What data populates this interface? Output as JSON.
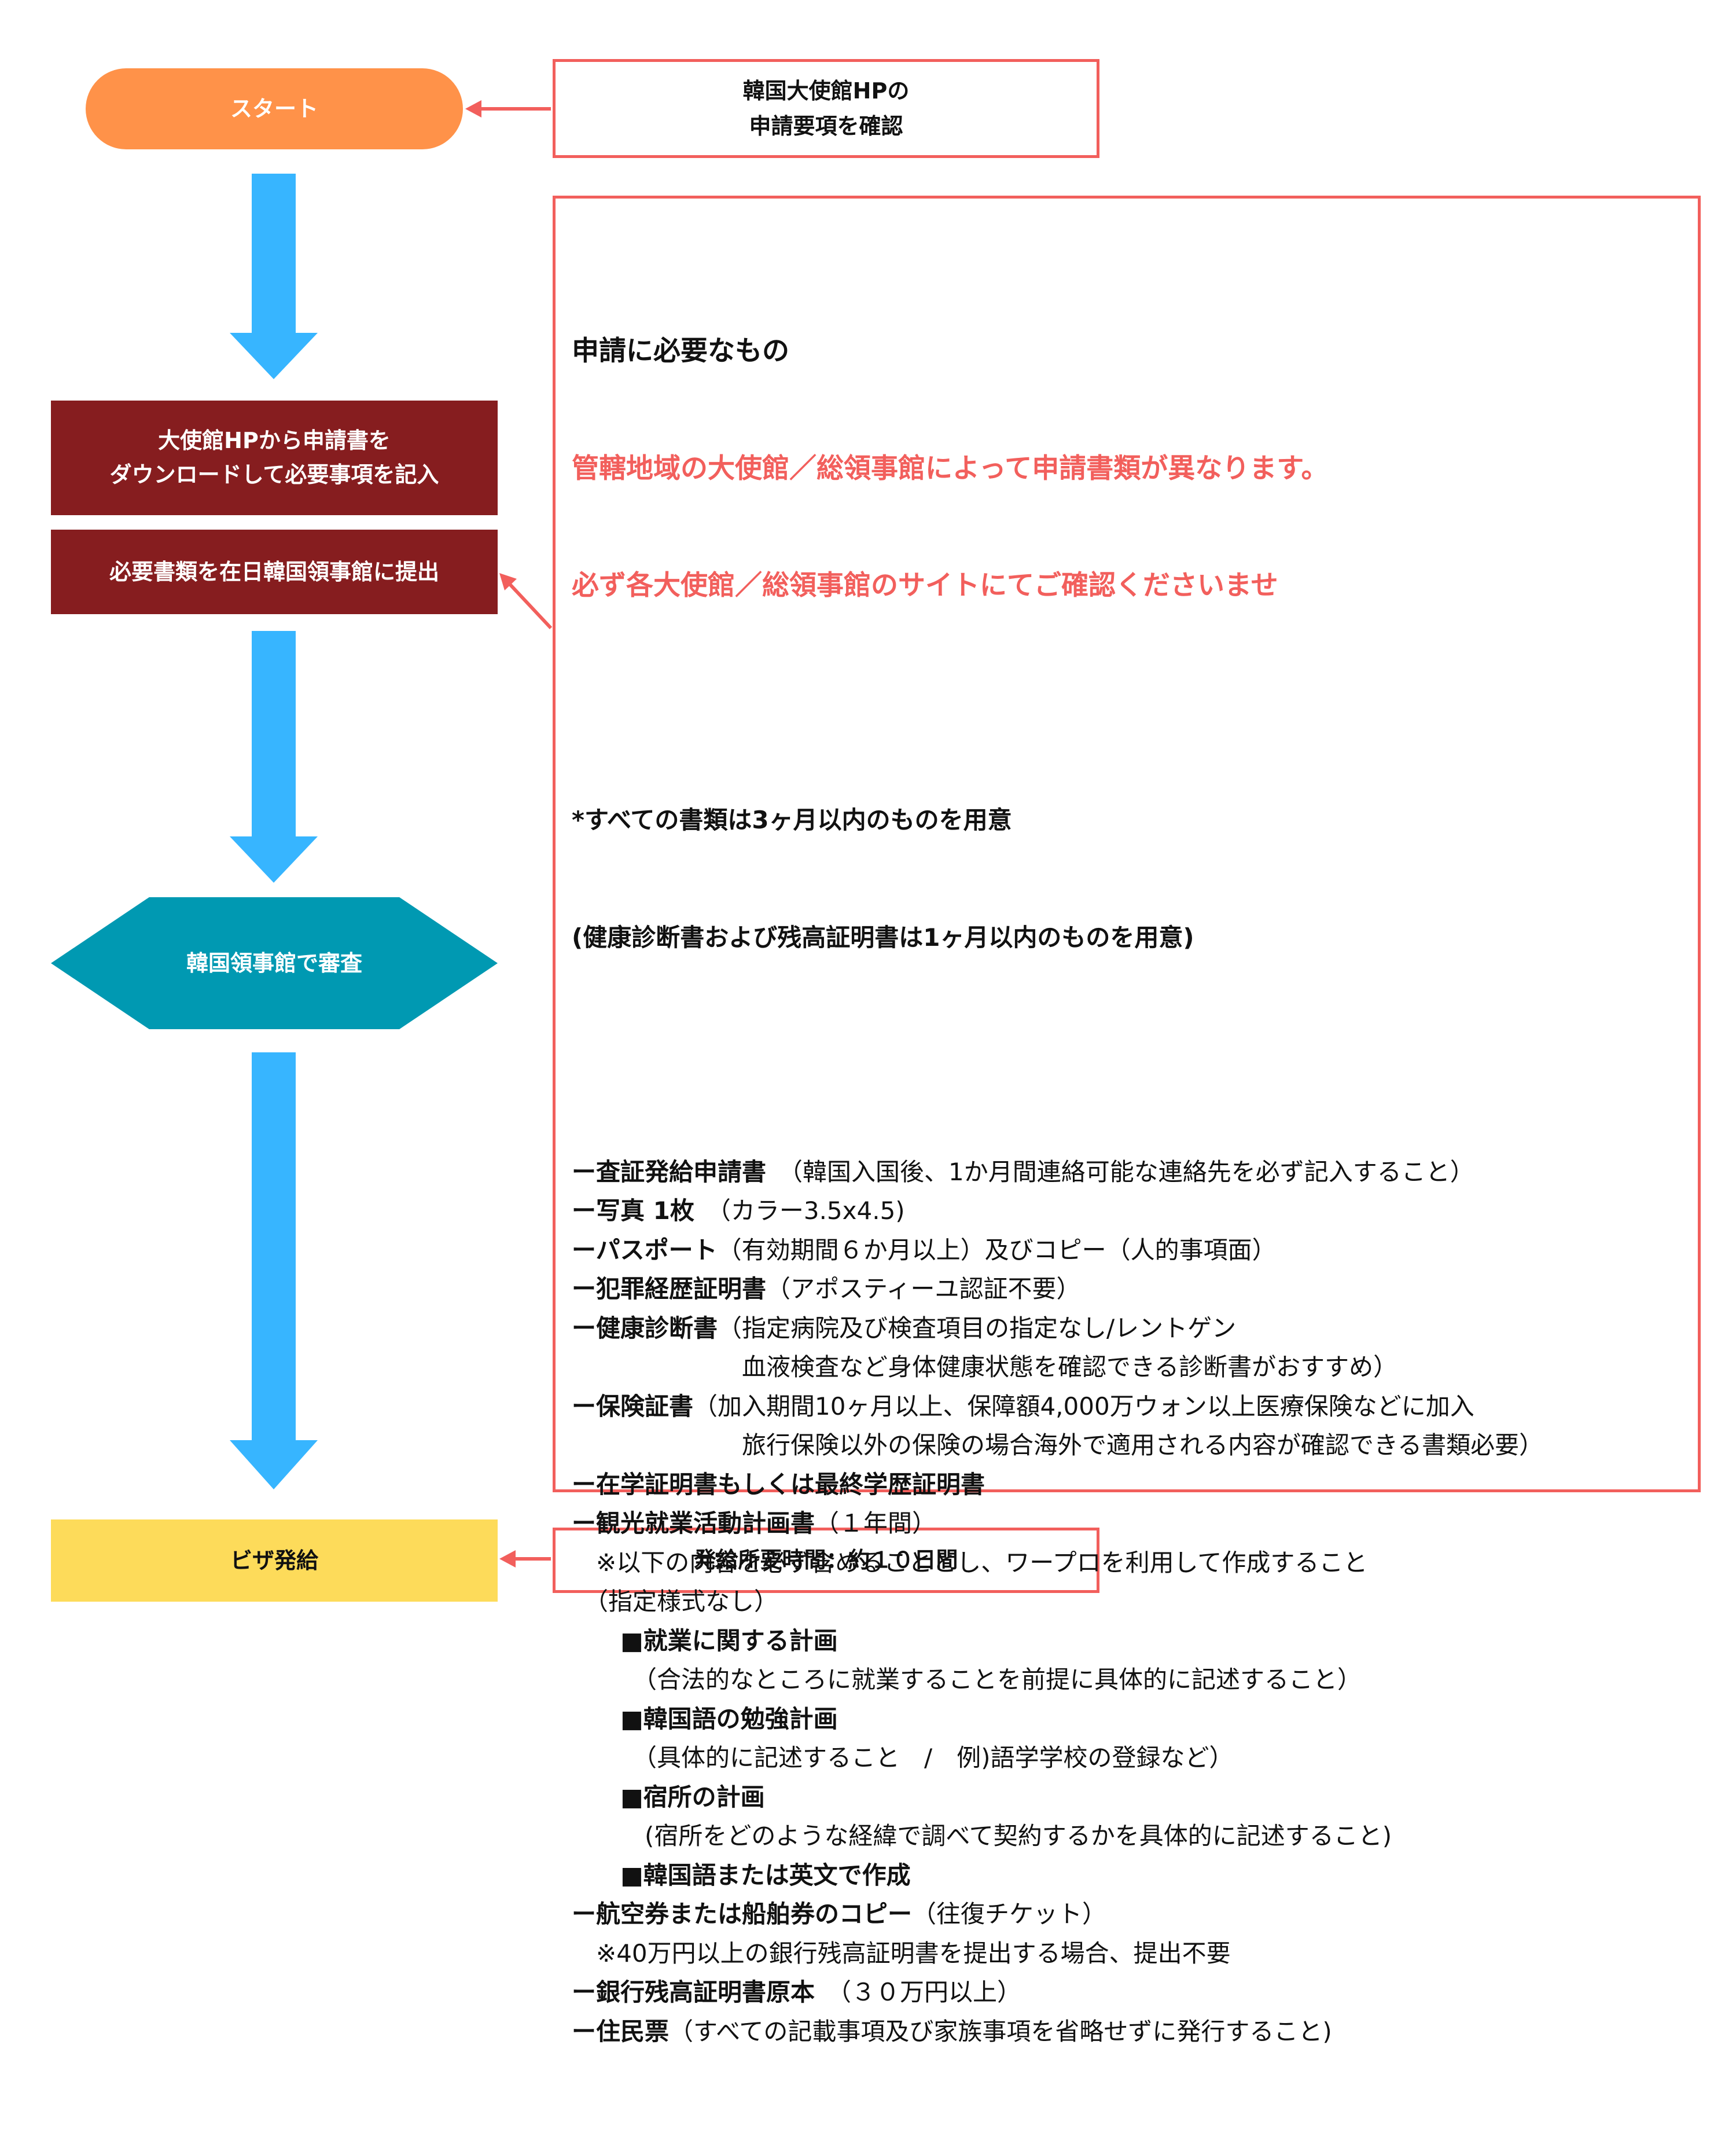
{
  "flow": {
    "start": "スタート",
    "step1": [
      "大使館HPから申請書を",
      "ダウンロードして必要事項を記入"
    ],
    "step2": "必要書類を在日韓国領事館に提出",
    "review": "韓国領事館で審査",
    "issue": "ビザ発給"
  },
  "notes": {
    "hp": [
      "韓国大使館HPの",
      "申請要項を確認"
    ],
    "time": "発給所要時間：約１０日間"
  },
  "requirements": {
    "title": "申請に必要なもの",
    "warning1": "管轄地域の大使館／総領事館によって申請書類が異なります。",
    "warning2": "必ず各大使館／総領事館のサイトにてご確認くださいませ",
    "validity1": "*すべての書類は3ヶ月以内のものを用意",
    "validity2": "(健康診断書および残高証明書は1ヶ月以内のものを用意)",
    "items": [
      {
        "name": "ー査証発給申請書",
        "note": "　（韓国入国後、1か月間連絡可能な連絡先を必ず記入すること）"
      },
      {
        "name": "ー写真 1枚",
        "note": "　（カラー3.5x4.5)"
      },
      {
        "name": "ーパスポート",
        "note": "（有効期間６か月以上）及びコピー（人的事項面）"
      },
      {
        "name": "ー犯罪経歴証明書",
        "note": "（アポスティーユ認証不要）"
      },
      {
        "name": "ー健康診断書",
        "note": "（指定病院及び検査項目の指定なし/レントゲン"
      },
      {
        "name": "",
        "note": "　　　　　　　血液検査など身体健康状態を確認できる診断書がおすすめ）"
      },
      {
        "name": "ー保険証書",
        "note": "（加入期間10ヶ月以上、保障額4,000万ウォン以上医療保険などに加入"
      },
      {
        "name": "",
        "note": "　　　　　　　旅行保険以外の保険の場合海外で適用される内容が確認できる書類必要）"
      },
      {
        "name": "ー在学証明書もしくは最終学歴証明書",
        "note": ""
      },
      {
        "name": "ー観光就業活動計画書",
        "note": "（１年間）"
      },
      {
        "name": "",
        "note": "　※以下の内容を必ず含めることとし、ワープロを利用して作成すること"
      },
      {
        "name": "",
        "note": "　（指定様式なし）"
      },
      {
        "name": "　　■就業に関する計画",
        "note": ""
      },
      {
        "name": "",
        "note": "　　　（合法的なところに就業することを前提に具体的に記述すること）"
      },
      {
        "name": "　　■韓国語の勉強計画",
        "note": ""
      },
      {
        "name": "",
        "note": "　　　（具体的に記述すること　/　例)語学学校の登録など）"
      },
      {
        "name": "　　■宿所の計画",
        "note": ""
      },
      {
        "name": "",
        "note": "　　　(宿所をどのような経緯で調べて契約するかを具体的に記述すること)"
      },
      {
        "name": "　　■韓国語または英文で作成",
        "note": ""
      },
      {
        "name": "ー航空券または船舶券のコピー",
        "note": "（往復チケット）"
      },
      {
        "name": "",
        "note": "　※40万円以上の銀行残高証明書を提出する場合、提出不要"
      },
      {
        "name": "ー銀行残高証明書原本",
        "note": "　（３０万円以上）"
      },
      {
        "name": "ー住民票",
        "note": "（すべての記載事項及び家族事項を省略せずに発行すること)"
      }
    ]
  },
  "colors": {
    "start": "#FF9249",
    "step": "#861D1F",
    "review": "#0099B2",
    "issue": "#FDDB5A",
    "flow_arrow": "#37B5FF",
    "note_border": "#F25F5C"
  }
}
